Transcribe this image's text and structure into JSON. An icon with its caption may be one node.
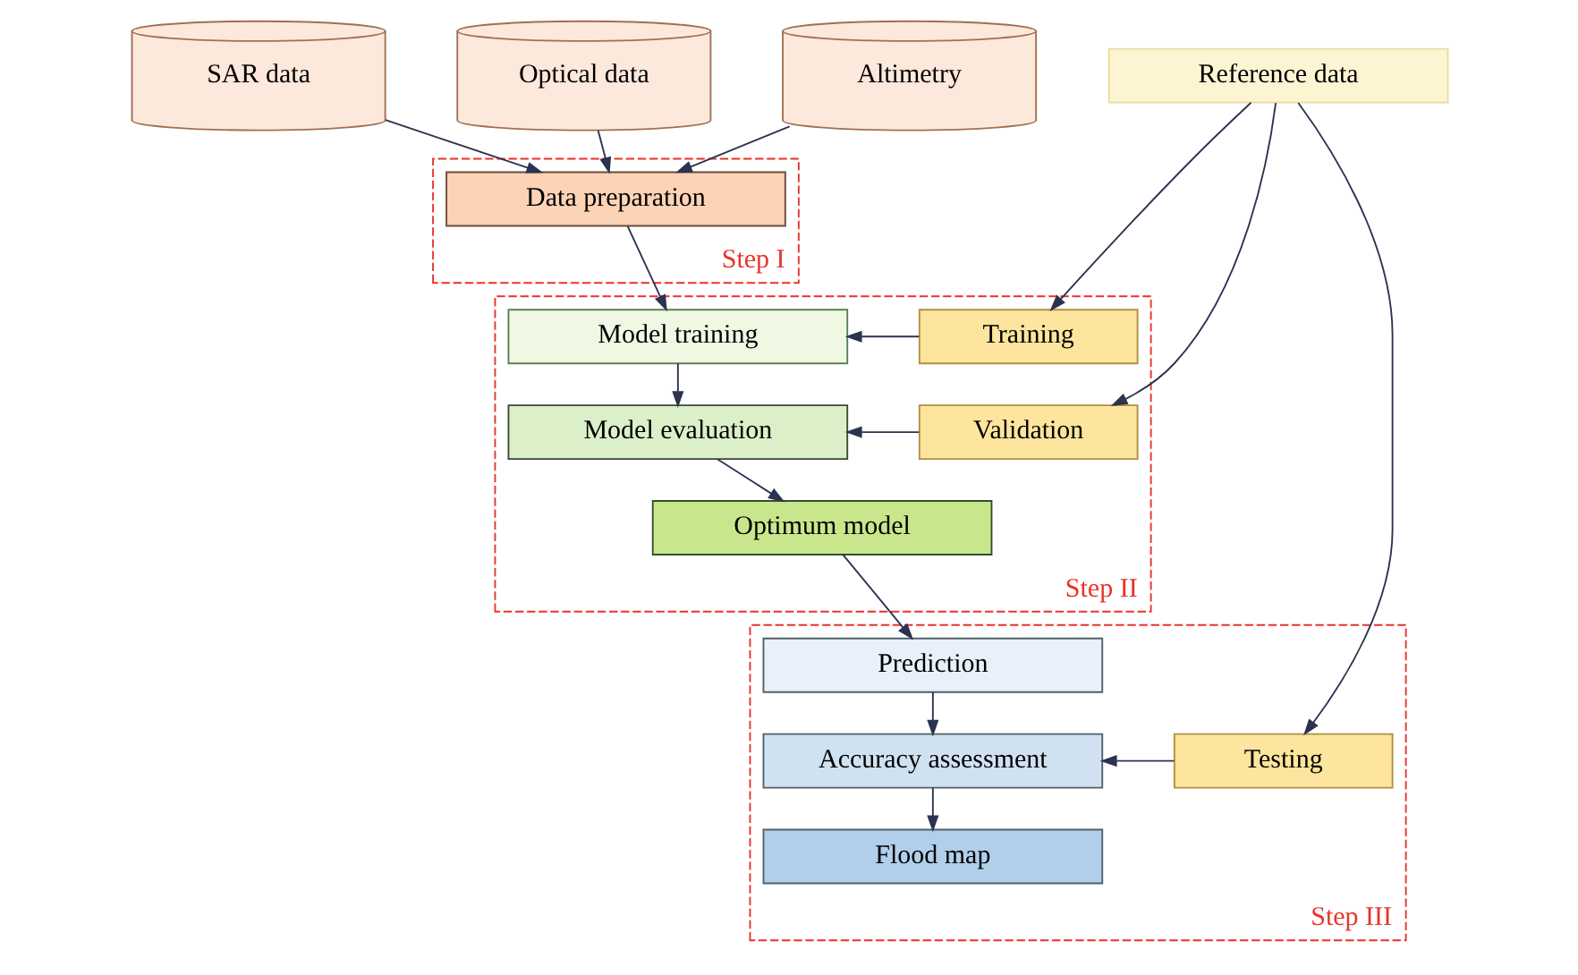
{
  "diagram": {
    "nodes": [
      {
        "text": [
          "SAR data"
        ]
      },
      {
        "text": [
          "Optical data"
        ]
      },
      {
        "text": [
          "Altimetry"
        ]
      },
      {
        "text": [
          "Reference data"
        ]
      },
      {
        "text": [
          "Step I"
        ]
      },
      {
        "text": [
          "Data preparation"
        ],
        "in": 4
      },
      {
        "text": [
          "Step II"
        ]
      },
      {
        "text": [
          "Model training"
        ],
        "in": 6
      },
      {
        "text": [
          "Model evaluation"
        ],
        "in": 6
      },
      {
        "text": [
          "Optimum model"
        ],
        "in": 6
      },
      {
        "text": [
          "Training"
        ],
        "in": 6
      },
      {
        "text": [
          "Validation"
        ],
        "in": 6
      },
      {
        "text": [
          "Step III"
        ]
      },
      {
        "text": [
          "Prediction"
        ],
        "in": 12
      },
      {
        "text": [
          "Accuracy assessment"
        ],
        "in": 12
      },
      {
        "text": [
          "Flood map"
        ],
        "in": 12
      },
      {
        "text": [
          "Testing"
        ],
        "in": 12
      }
    ],
    "edges": [
      {
        "from": 0,
        "to": 5,
        "arrow": "to"
      },
      {
        "from": 1,
        "to": 5,
        "arrow": "to"
      },
      {
        "from": 2,
        "to": 5,
        "arrow": "to"
      },
      {
        "from": 5,
        "to": 7,
        "arrow": "to"
      },
      {
        "from": 7,
        "to": 8,
        "arrow": "to"
      },
      {
        "from": 8,
        "to": 9,
        "arrow": "to"
      },
      {
        "from": 9,
        "to": 13,
        "arrow": "to"
      },
      {
        "from": 13,
        "to": 14,
        "arrow": "to"
      },
      {
        "from": 14,
        "to": 15,
        "arrow": "to"
      },
      {
        "from": 3,
        "to": 10,
        "arrow": "to"
      },
      {
        "from": 3,
        "to": 11,
        "arrow": "to"
      },
      {
        "from": 3,
        "to": 16,
        "arrow": "to"
      },
      {
        "from": 10,
        "to": 7,
        "arrow": "to"
      },
      {
        "from": 11,
        "to": 8,
        "arrow": "to"
      },
      {
        "from": 16,
        "to": 14,
        "arrow": "to"
      }
    ]
  }
}
